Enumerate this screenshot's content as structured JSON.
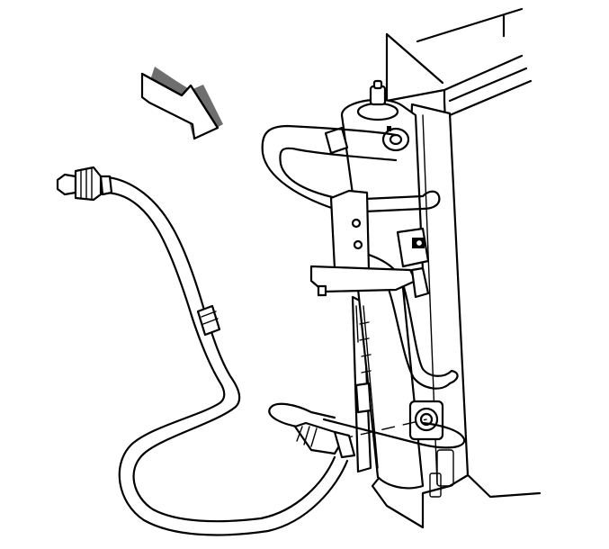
{
  "figure": {
    "kind": "line-drawing",
    "colors": {
      "stroke": "#000000",
      "background": "#ffffff",
      "shade": "#6e6e6e"
    },
    "parts": [
      {
        "name": "view-direction-arrow",
        "icon": "arrow-right-down-icon"
      },
      {
        "name": "condenser-core"
      },
      {
        "name": "receiver-dehydrator"
      },
      {
        "name": "condenser-tube-loop"
      },
      {
        "name": "mounting-bracket"
      },
      {
        "name": "condenser-inlet-fitting"
      },
      {
        "name": "refrigerant-hose"
      },
      {
        "name": "hose-end-fitting"
      },
      {
        "name": "hose-crimp-sleeve"
      },
      {
        "name": "installation-guide-line"
      }
    ]
  }
}
